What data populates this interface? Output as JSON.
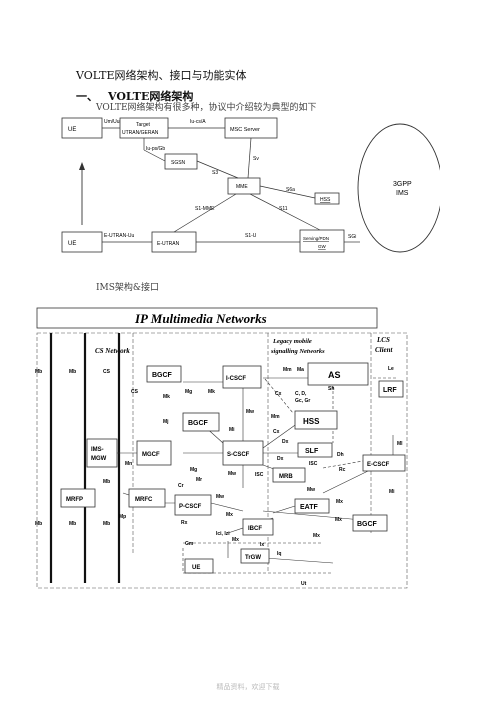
{
  "doc": {
    "title": "VOLTE网络架构、接口与功能实体",
    "section_num": "一、",
    "section_title": "VOLTE网络架构",
    "intro": "VOLTE网络架构有很多种，协议中介绍较为典型的如下",
    "ims_caption": "IMS架构&接口",
    "footer": "精品资料，欢迎下载"
  },
  "fig1": {
    "nodes": {
      "ue_top": "UE",
      "target": "Target",
      "target2": "UTRAN/GERAN",
      "msc": "MSC Server",
      "sgsn": "SGSN",
      "mme": "MME",
      "hss": "HSS",
      "ims1": "3GPP",
      "ims2": "IMS",
      "ue_bot": "UE",
      "eutran": "E-UTRAN",
      "spgw1": "Serving/PDN",
      "spgw2": "GW"
    },
    "links": {
      "umuu": "Um/Uu",
      "iucs_a": "Iu-cs/A",
      "iups_gb": "Iu-ps/Gb",
      "s3": "S3",
      "sv": "Sv",
      "s6a": "S6a",
      "s1mme": "S1-MME",
      "s11": "S11",
      "eutran_uu": "E-UTRAN-Uu",
      "s1u": "S1-U",
      "sgi": "SGi"
    }
  },
  "fig2": {
    "title": "IP Multimedia Networks",
    "cs_network": "CS Network",
    "legacy1": "Legacy mobile",
    "legacy2": "signalling Networks",
    "lcs1": "LCS",
    "lcs2": "Client",
    "nodes": {
      "bgcf1": "BGCF",
      "icscf": "I-CSCF",
      "as": "AS",
      "lrf": "LRF",
      "bgcf2": "BGCF",
      "hss": "HSS",
      "ims_mgw1": "IMS-",
      "ims_mgw2": "MGW",
      "mgcf": "MGCF",
      "scscf": "S-CSCF",
      "slf": "SLF",
      "mrb": "MRB",
      "ecscf": "E-CSCF",
      "eatf": "EATF",
      "mrfp": "MRFP",
      "mrfc": "MRFC",
      "pcscf": "P-CSCF",
      "ibcf": "IBCF",
      "bgcf3": "BGCF",
      "trgw": "TrGW",
      "ue": "UE"
    },
    "ifaces": {
      "mb1": "Mb",
      "mb2": "Mb",
      "cs1": "CS",
      "mm": "Mm",
      "ma": "Ma",
      "le": "Le",
      "sh": "Sh",
      "cdx": "C, D,",
      "gcgr": "Gc, Gr",
      "cx1": "Cx",
      "cs2": "CS",
      "mk1": "Mk",
      "mg_top": "Mg",
      "mk2": "Mk",
      "mw1": "Mw",
      "mml": "Mm",
      "mj": "Mj",
      "mi": "Mi",
      "cx2": "Cx",
      "dx1": "Dx",
      "ml": "Ml",
      "dx2": "Dx",
      "dh": "Dh",
      "mn": "Mn",
      "mg": "Mg",
      "mr": "Mr",
      "isc1": "ISC",
      "isc2": "ISC",
      "rc": "Rc",
      "mw2": "Mw",
      "cr": "Cr",
      "mw3": "Mw",
      "mb3": "Mb",
      "mw4": "Mw",
      "mi2": "Mi",
      "mp": "Mp",
      "mb4": "Mb",
      "mb5": "Mb",
      "mb6": "Mb",
      "mx1": "Mx",
      "mx2": "Mx",
      "mx3": "Mx",
      "mx4": "Mx",
      "rx": "Rx",
      "ici": "Ici, Izi",
      "gm": "Gm",
      "mx5": "Mx",
      "ix": "Ix",
      "iq": "Iq",
      "ut": "Ut"
    }
  }
}
